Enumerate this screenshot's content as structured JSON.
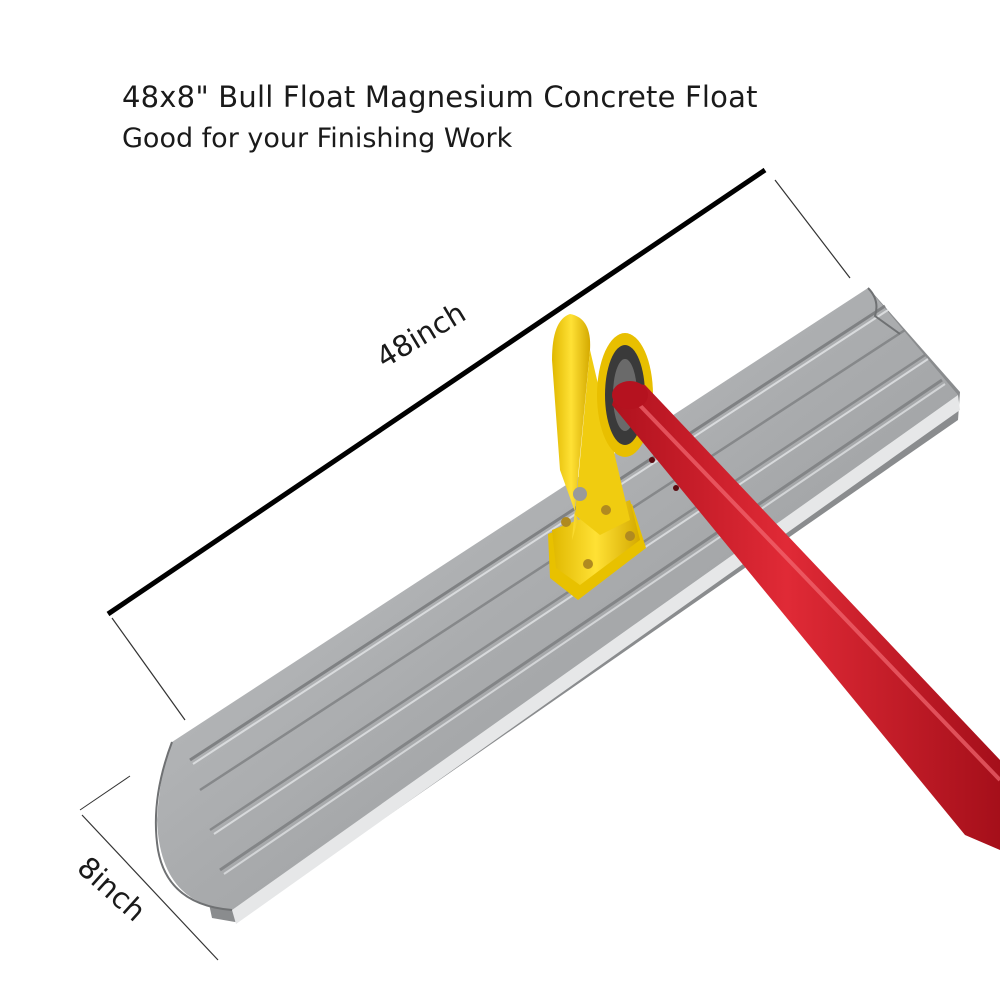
{
  "title": "48x8\" Bull Float Magnesium Concrete Float",
  "subtitle": "Good for your Finishing Work",
  "dimensions": {
    "length_label": "48inch",
    "width_label": "8inch"
  },
  "colors": {
    "blade": "#a7a9ab",
    "bracket": "#f2d21b",
    "handle": "#d41e2b",
    "dimension_line": "#000000"
  },
  "icons": [
    "bull-float-blade",
    "yellow-bracket",
    "red-handle"
  ]
}
